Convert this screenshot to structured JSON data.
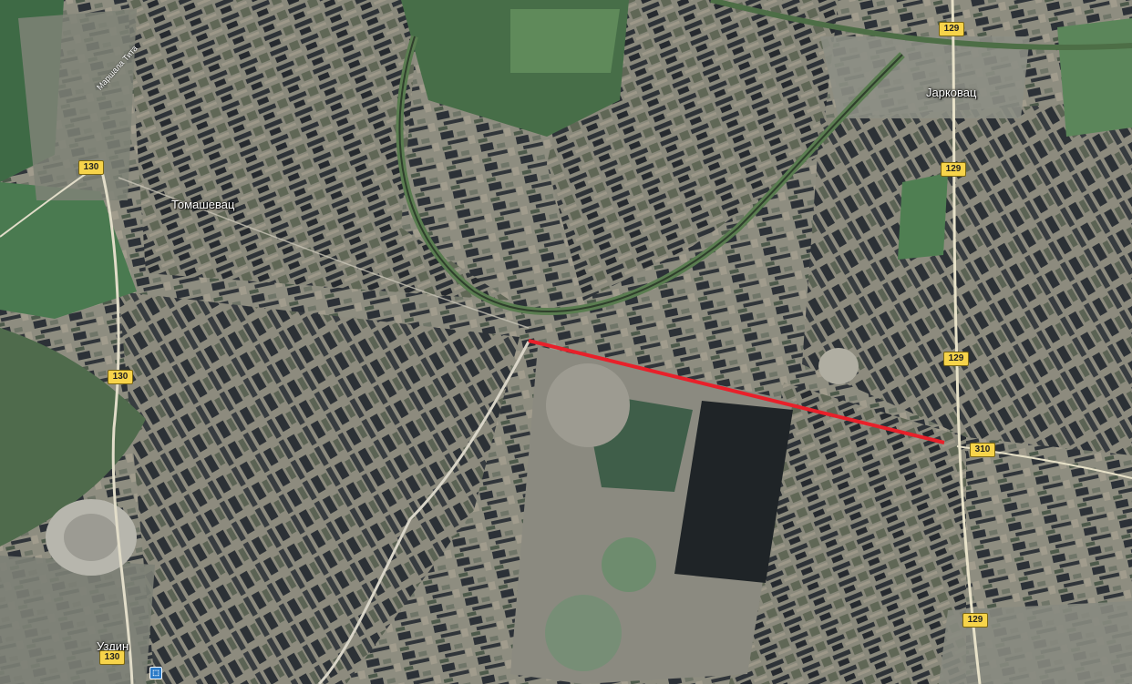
{
  "map": {
    "type": "satellite",
    "places": [
      {
        "id": "tomasevac",
        "name": "Томашевац"
      },
      {
        "id": "jarkovac",
        "name": "Јарковац"
      },
      {
        "id": "uzdin",
        "name": "Уздин"
      }
    ],
    "streets": [
      {
        "id": "marsala-tita",
        "name": "Маршала Тита"
      }
    ],
    "road_shields": [
      {
        "id": "r129-a",
        "number": "129"
      },
      {
        "id": "r129-b",
        "number": "129"
      },
      {
        "id": "r129-c",
        "number": "129"
      },
      {
        "id": "r129-d",
        "number": "129"
      },
      {
        "id": "r130-a",
        "number": "130"
      },
      {
        "id": "r130-b",
        "number": "130"
      },
      {
        "id": "r130-c",
        "number": "130"
      },
      {
        "id": "r310",
        "number": "310"
      }
    ],
    "overlay": {
      "type": "measure-line",
      "color": "#e8202a"
    },
    "colors": {
      "fields_light": "#8a8a7c",
      "fields_dark": "#2b3035",
      "green": "#4d7a52",
      "road": "#d9d5c8",
      "shield": "#f7d44a"
    },
    "icons": [
      "transit-stop-icon"
    ]
  }
}
